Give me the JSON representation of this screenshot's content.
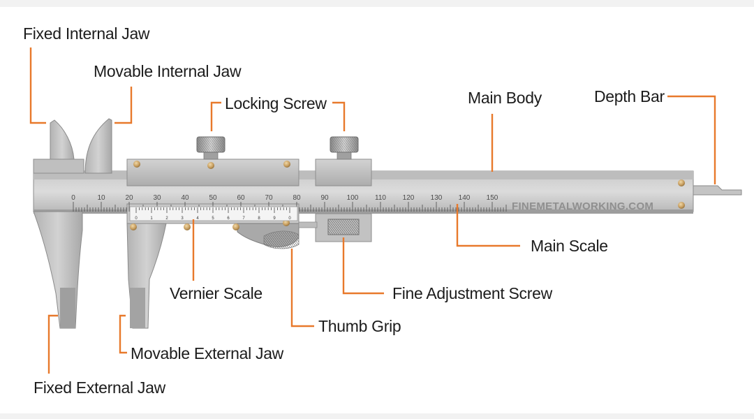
{
  "labels": {
    "fixed_internal_jaw": "Fixed Internal Jaw",
    "movable_internal_jaw": "Movable Internal Jaw",
    "locking_screw": "Locking Screw",
    "main_body": "Main Body",
    "depth_bar": "Depth Bar",
    "main_scale": "Main Scale",
    "vernier_scale": "Vernier Scale",
    "fine_adjustment_screw": "Fine Adjustment Screw",
    "thumb_grip": "Thumb Grip",
    "movable_external_jaw": "Movable External Jaw",
    "fixed_external_jaw": "Fixed External Jaw"
  },
  "watermark": "FINEMETALWORKING.COM",
  "main_scale_numbers": [
    "0",
    "10",
    "20",
    "30",
    "40",
    "50",
    "60",
    "70",
    "80",
    "90",
    "100",
    "110",
    "120",
    "130",
    "140",
    "150"
  ],
  "vernier_numbers": [
    "0",
    "1",
    "2",
    "3",
    "4",
    "5",
    "6",
    "7",
    "8",
    "9",
    "0"
  ],
  "colors": {
    "leader": "#e8792b",
    "steel_light": "#cfcfcf",
    "steel_dark": "#9a9a9a",
    "screw_head": "#c9a062",
    "label_text": "#1c1c1c"
  }
}
